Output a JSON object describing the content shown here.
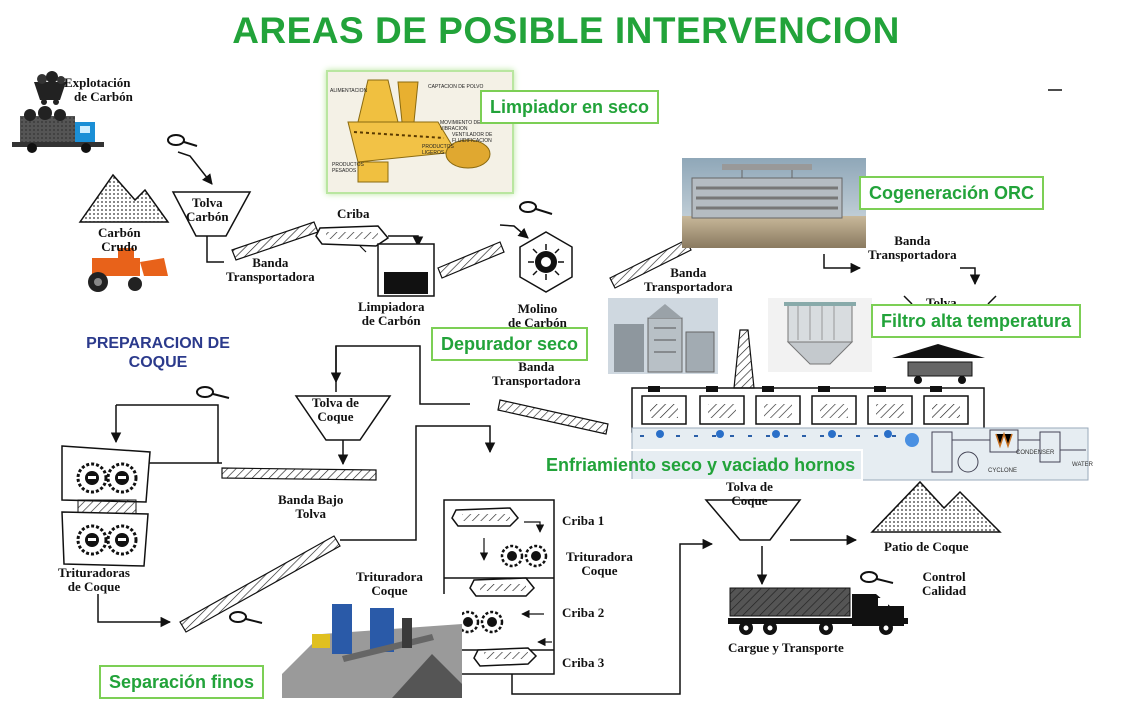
{
  "title": "AREAS DE POSIBLE INTERVENCION",
  "section_preparacion": [
    "PREPARACION DE",
    "COQUE"
  ],
  "labels": {
    "explotacion": [
      "Explotación",
      "de Carbón"
    ],
    "carbon_crudo": [
      "Carbón",
      "Crudo"
    ],
    "tolva_carbon": [
      "Tolva",
      "Carbón"
    ],
    "banda1": [
      "Banda",
      "Transportadora"
    ],
    "criba": "Criba",
    "limpiadora": [
      "Limpiadora",
      "de Carbón"
    ],
    "molino": [
      "Molino",
      "de Carbón"
    ],
    "banda2": [
      "Banda",
      "Transportadora"
    ],
    "banda3": [
      "Banda",
      "Transportadora"
    ],
    "tolva_top": "Tolva",
    "banda4": [
      "Banda",
      "Transportadora"
    ],
    "tolva_coque": [
      "Tolva de",
      "Coque"
    ],
    "banda_bajo_tolva": [
      "Banda Bajo",
      "Tolva"
    ],
    "trituradoras_coque": [
      "Trituradoras",
      "de Coque"
    ],
    "criba1": "Criba 1",
    "trituradora_coque_r": [
      "Trituradora",
      "Coque"
    ],
    "trituradora_coque_l": [
      "Trituradora",
      "Coque"
    ],
    "criba2": "Criba 2",
    "criba3": "Criba 3",
    "tolva_coque_2": [
      "Tolva de",
      "Coque"
    ],
    "patio_coque": "Patio de Coque",
    "control_calidad": [
      "Control",
      "Calidad"
    ],
    "cargue_transporte": "Cargue  y Transporte"
  },
  "callouts": {
    "limpiador_seco": "Limpiador en seco",
    "cogeneracion": "Cogeneración ORC",
    "filtro": "Filtro alta temperatura",
    "depurador": "Depurador seco",
    "enfriamiento": "Enfriamiento seco y vaciado hornos",
    "separacion": "Separación finos"
  },
  "diagram_text": {
    "alimentacion": "ALIMENTACION",
    "captacion": "CAPTACION DE POLVO",
    "movimiento": [
      "MOVIMIENTO DE",
      "VIBRACION"
    ],
    "ventilador": [
      "VENTILADOR DE",
      "FLUIDIFICACION"
    ],
    "productos_ligeros": [
      "PRODUCTOS",
      "LIGEROS"
    ],
    "productos_pesados": [
      "PRODUCTOS",
      "PESADOS"
    ],
    "condenser": "CONDENSER",
    "cyclone": "CYCLONE",
    "water": "WATER"
  },
  "colors": {
    "accent": "#22a33a",
    "callout_border": "#7ccf55",
    "section": "#2b3a8c"
  }
}
